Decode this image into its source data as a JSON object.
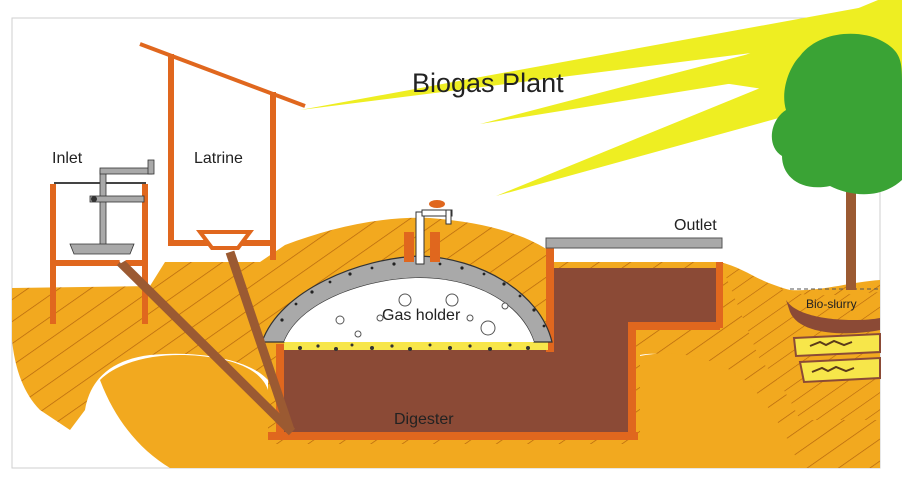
{
  "diagram": {
    "title": "Biogas Plant",
    "labels": {
      "inlet": "Inlet",
      "latrine": "Latrine",
      "gas_holder": "Gas holder",
      "outlet": "Outlet",
      "digester": "Digester",
      "bio_slurry": "Bio-slurry"
    },
    "colors": {
      "soil": "#F2A91F",
      "soil_hatch": "#B5650D",
      "pipe": "#E0671E",
      "slurry": "#8B4A36",
      "gas": "#FFFFFF",
      "dome_concrete": "#A9A9A9",
      "sun_rays": "#EEEE22",
      "tree_leaves": "#3AA335",
      "tree_trunk": "#9B5A32",
      "scum_layer": "#F7E64A"
    }
  }
}
